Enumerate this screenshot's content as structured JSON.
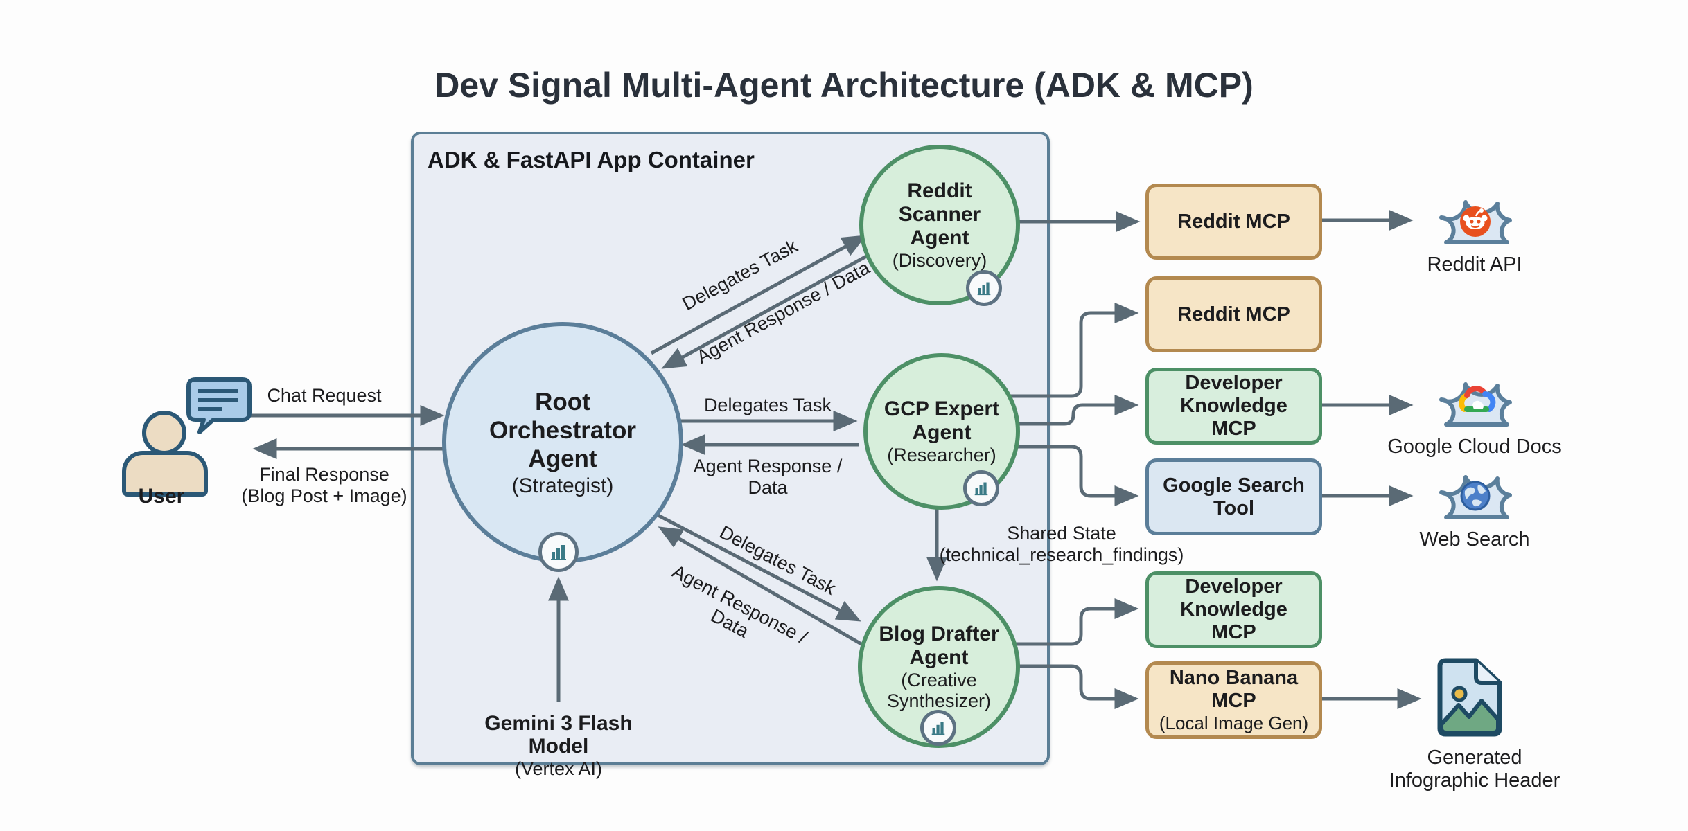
{
  "title": "Dev Signal Multi-Agent Architecture (ADK & MCP)",
  "container": {
    "label": "ADK & FastAPI App Container"
  },
  "user": {
    "label": "User"
  },
  "flows": {
    "chat_request": "Chat Request",
    "final_response_line1": "Final Response",
    "final_response_line2": "(Blog Post + Image)",
    "delegates_task": "Delegates Task",
    "agent_response_data": "Agent Response / Data",
    "agent_response_line1": "Agent Response /",
    "agent_response_line2": "Data",
    "shared_state_line1": "Shared State",
    "shared_state_line2": "(technical_research_findings)"
  },
  "agents": {
    "root": {
      "name": "Root Orchestrator Agent",
      "subtitle": "(Strategist)"
    },
    "reddit_scanner": {
      "name": "Reddit Scanner Agent",
      "subtitle": "(Discovery)"
    },
    "gcp_expert": {
      "name": "GCP Expert Agent",
      "subtitle": "(Researcher)"
    },
    "blog_drafter": {
      "name": "Blog Drafter Agent",
      "subtitle": "(Creative Synthesizer)"
    }
  },
  "model": {
    "name": "Gemini 3 Flash Model",
    "subtitle": "(Vertex AI)"
  },
  "mcp_boxes": {
    "reddit_1": "Reddit MCP",
    "reddit_2": "Reddit MCP",
    "dev_knowledge_1": "Developer Knowledge MCP",
    "google_search": "Google Search Tool",
    "dev_knowledge_2": "Developer Knowledge MCP",
    "nano_banana": "Nano Banana MCP",
    "nano_banana_subtitle": "(Local Image Gen)"
  },
  "externals": {
    "reddit_api": "Reddit API",
    "google_cloud_docs": "Google Cloud Docs",
    "web_search": "Web Search",
    "generated_header": "Generated Infographic Header"
  },
  "icons": {
    "user": "user-person-icon",
    "chat": "chat-bubble-icon",
    "badge": "model-chip-icon",
    "reddit": "reddit-snoo-icon",
    "gcloud": "google-cloud-icon",
    "globe": "web-globe-icon",
    "image": "image-file-icon"
  },
  "colors": {
    "slate_border": "#5b7e95",
    "arrow": "#5a6a75",
    "container_fill": "#e9edf4",
    "root_fill": "#d9e7f3",
    "agent_green_fill": "#d7eedb",
    "agent_green_border": "#4d9066",
    "tan_fill": "#f6e5c6",
    "tan_border": "#b3894f",
    "blue_fill": "#dbe7f2",
    "cloud_fill": "#dbe7f3",
    "reddit_orange": "#e8501e",
    "text": "#1c1c1e"
  }
}
